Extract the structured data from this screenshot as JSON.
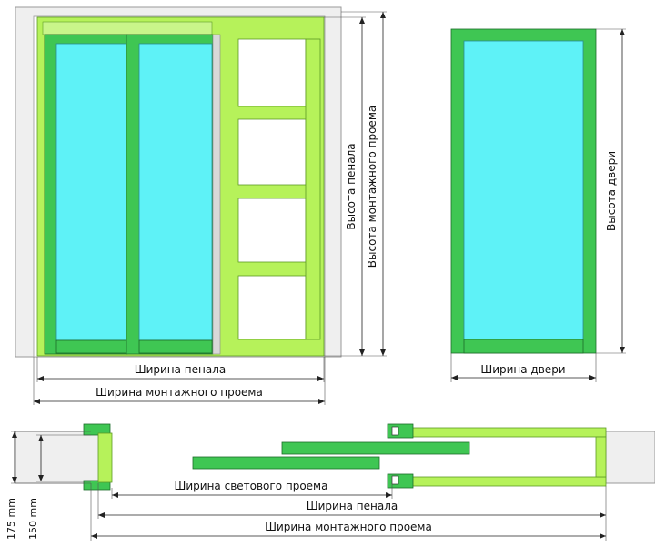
{
  "labels": {
    "case_width": "Ширина пенала",
    "opening_width": "Ширина монтажного проема",
    "case_height": "Высота пенала",
    "opening_height": "Высота монтажного проема",
    "door_height": "Высота двери",
    "door_width": "Ширина двери",
    "light_width": "Ширина светового проема",
    "case_width_plan": "Ширина пенала",
    "opening_width_plan": "Ширина монтажного проема",
    "dim_175": "175 mm",
    "dim_150": "150 mm"
  },
  "colors": {
    "door_frame": "#3fc653",
    "cassette_frame": "#b6f25a",
    "glass": "#5ef2f7",
    "wall": "#efefef"
  }
}
